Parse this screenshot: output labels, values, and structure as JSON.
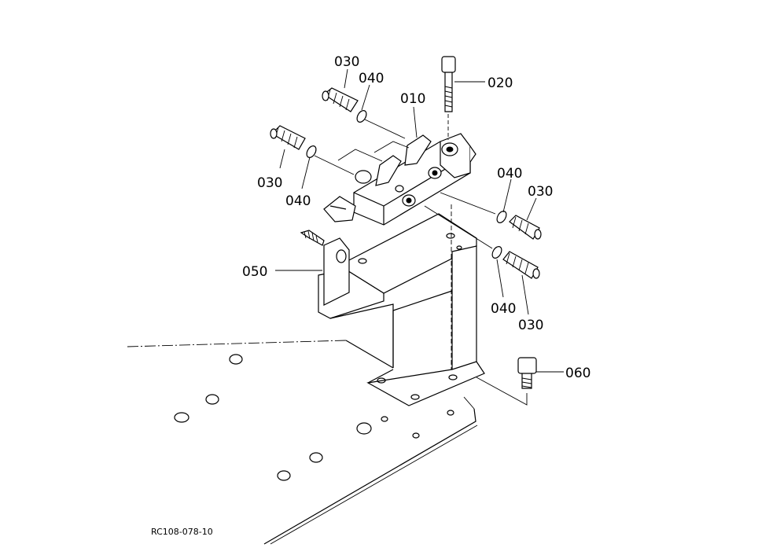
{
  "diagram": {
    "reference_code": "RC108-078-10",
    "callouts": {
      "c010": "010",
      "c020": "020",
      "c030_top": "030",
      "c040_top": "040",
      "c030_left": "030",
      "c040_left": "040",
      "c040_right_upper": "040",
      "c030_right_upper": "030",
      "c040_right_lower": "040",
      "c030_right_lower": "030",
      "c050": "050",
      "c060": "060"
    },
    "parts": [
      {
        "ref": "010",
        "icon": "valve-body-icon"
      },
      {
        "ref": "020",
        "icon": "long-bolt-icon"
      },
      {
        "ref": "030",
        "icon": "hose-fitting-icon"
      },
      {
        "ref": "040",
        "icon": "o-ring-icon"
      },
      {
        "ref": "050",
        "icon": "mounting-bracket-icon"
      },
      {
        "ref": "060",
        "icon": "short-bolt-icon"
      }
    ]
  }
}
